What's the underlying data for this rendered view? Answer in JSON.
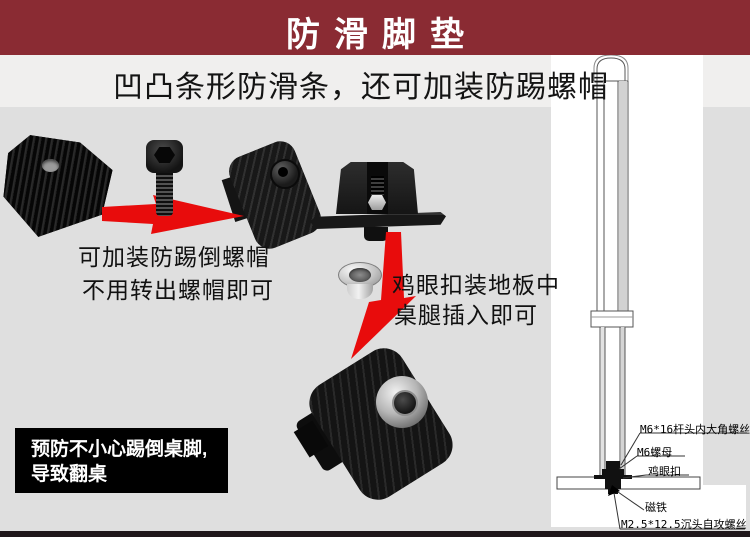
{
  "banner": {
    "title": "防滑脚垫"
  },
  "subtitle": {
    "text": "凹凸条形防滑条，还可加装防踢螺帽"
  },
  "captions": {
    "step1_line1": "可加装防踢倒螺帽",
    "step1_line2": "不用转出螺帽即可",
    "step2_line1": "鸡眼扣装地板中",
    "step2_line2": "桌腿插入即可"
  },
  "warning": {
    "line1": "预防不小心踢倒桌脚,",
    "line2": "导致翻桌"
  },
  "diagram_labels": {
    "screw": "M6*16杆头内大角螺丝",
    "nut": "M6螺母",
    "eyelet": "鸡眼扣",
    "magnet": "磁铁",
    "tapping_screw": "M2.5*12.5沉头自攻螺丝"
  },
  "colors": {
    "banner_bg": "#8a2b33",
    "subtitle_bg": "#f0efee",
    "main_bg": "#dfdfdf",
    "arrow_red": "#e80c0c",
    "warning_bg": "#000000",
    "bottom_bar": "#1f171a"
  }
}
